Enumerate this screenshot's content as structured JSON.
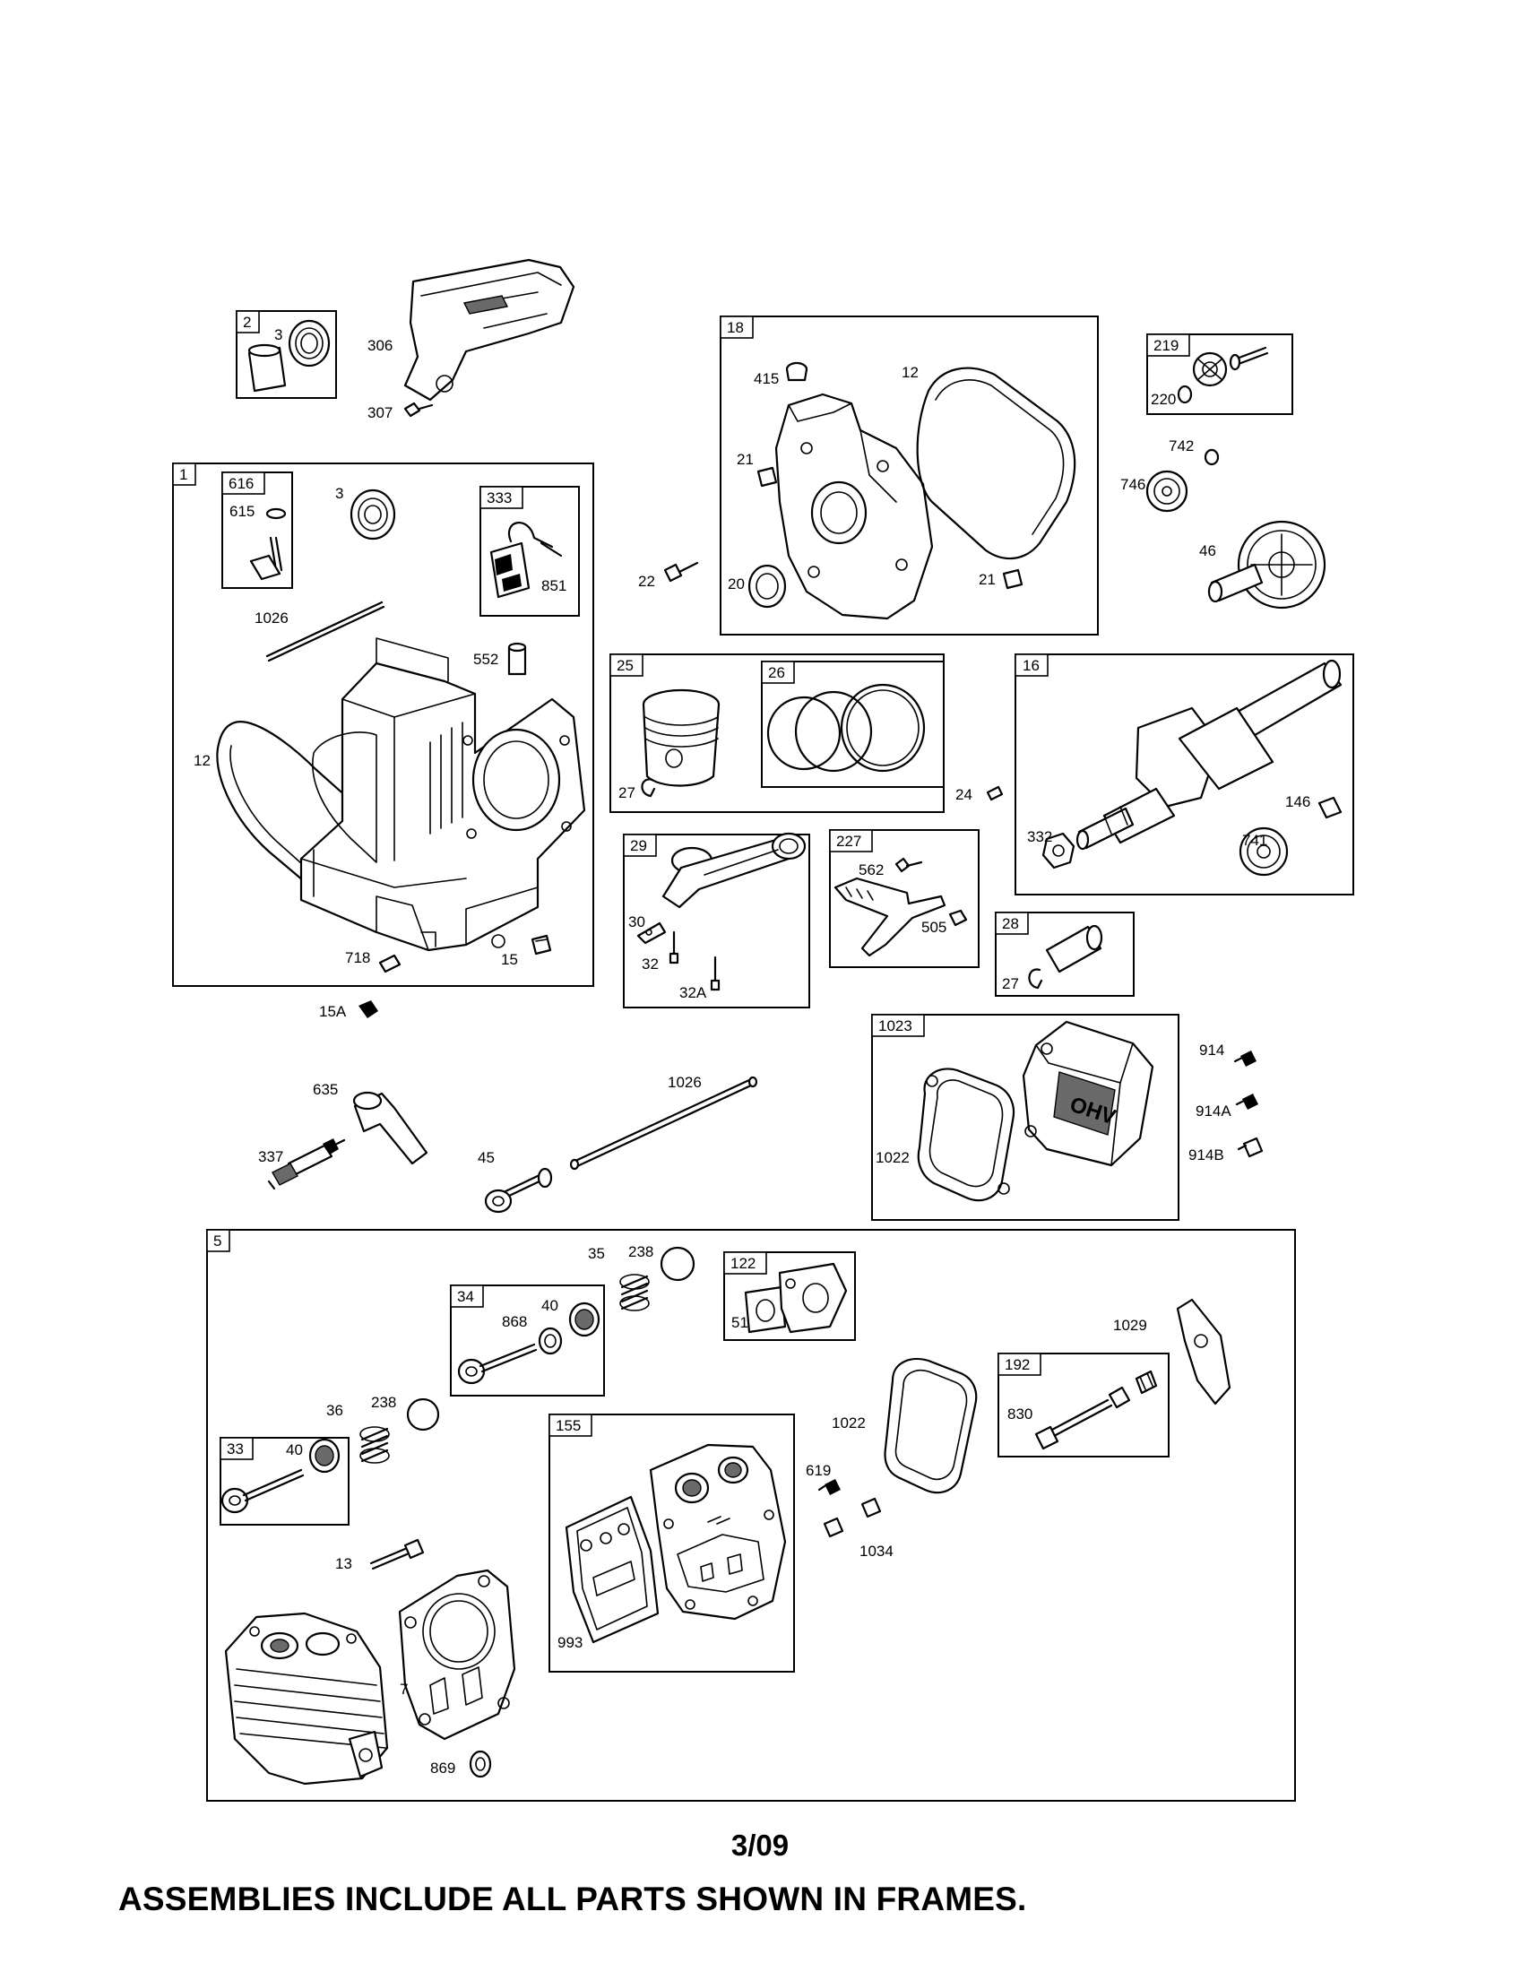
{
  "frames": [
    {
      "id": "1"
    },
    {
      "id": "2"
    },
    {
      "id": "5"
    },
    {
      "id": "16"
    },
    {
      "id": "18"
    },
    {
      "id": "25"
    },
    {
      "id": "26"
    },
    {
      "id": "28"
    },
    {
      "id": "29"
    },
    {
      "id": "33"
    },
    {
      "id": "34"
    },
    {
      "id": "122"
    },
    {
      "id": "155"
    },
    {
      "id": "192"
    },
    {
      "id": "219"
    },
    {
      "id": "227"
    },
    {
      "id": "333"
    },
    {
      "id": "616"
    },
    {
      "id": "1023"
    }
  ],
  "part_labels": [
    "3",
    "306",
    "307",
    "3",
    "615",
    "851",
    "1026",
    "552",
    "12",
    "718",
    "15",
    "15A",
    "415",
    "12",
    "21",
    "22",
    "20",
    "21",
    "220",
    "742",
    "746",
    "46",
    "27",
    "24",
    "332",
    "741",
    "146",
    "30",
    "32",
    "32A",
    "562",
    "505",
    "27",
    "914",
    "914A",
    "914B",
    "1022",
    "635",
    "337",
    "45",
    "1026",
    "35",
    "238",
    "51",
    "868",
    "40",
    "36",
    "238",
    "40",
    "1029",
    "830",
    "1022",
    "619",
    "1034",
    "13",
    "993",
    "7",
    "869"
  ],
  "page_date": "3/09",
  "footer_note": "ASSEMBLIES INCLUDE ALL PARTS SHOWN IN FRAMES."
}
